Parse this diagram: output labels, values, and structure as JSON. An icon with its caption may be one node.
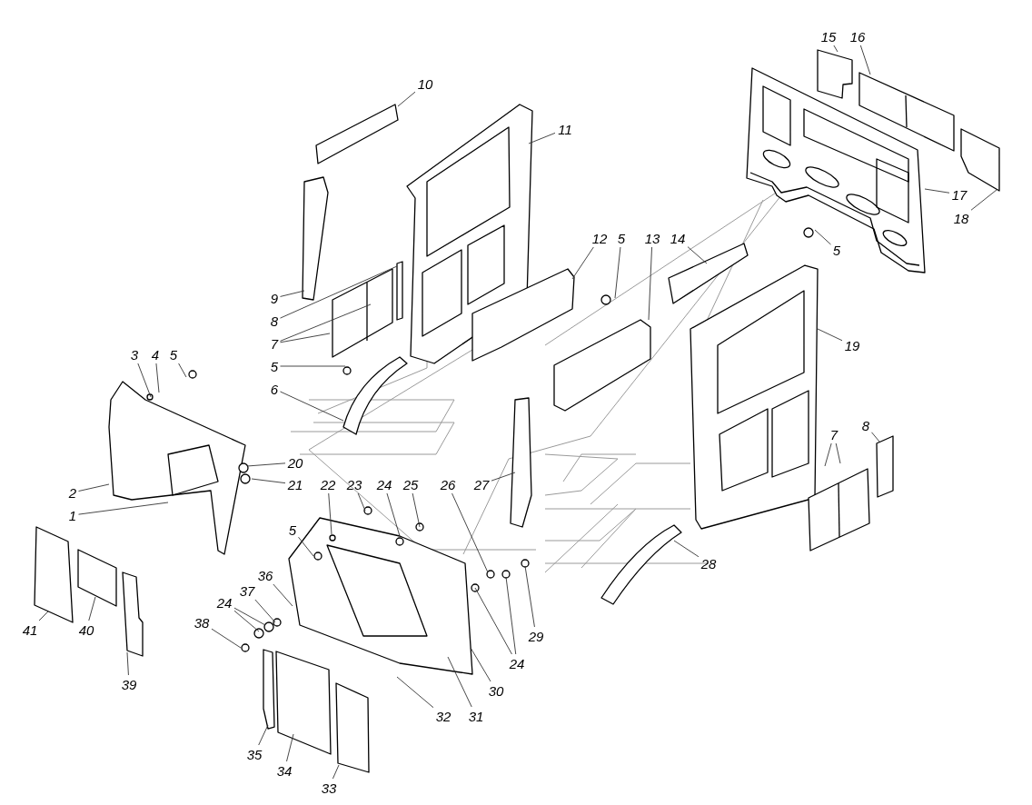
{
  "diagram": {
    "nodes": [
      {
        "text": [
          "15"
        ]
      },
      {
        "text": [
          "16"
        ]
      },
      {
        "text": [
          "10"
        ]
      },
      {
        "text": [
          "11"
        ]
      },
      {
        "text": [
          "17"
        ]
      },
      {
        "text": [
          "18"
        ]
      },
      {
        "text": [
          "12"
        ]
      },
      {
        "text": [
          "5"
        ]
      },
      {
        "text": [
          "13"
        ]
      },
      {
        "text": [
          "14"
        ]
      },
      {
        "text": [
          "5"
        ]
      },
      {
        "text": [
          "9"
        ]
      },
      {
        "text": [
          "8"
        ]
      },
      {
        "text": [
          "7"
        ]
      },
      {
        "text": [
          "19"
        ]
      },
      {
        "text": [
          "3"
        ]
      },
      {
        "text": [
          "4"
        ]
      },
      {
        "text": [
          "5"
        ]
      },
      {
        "text": [
          "5"
        ]
      },
      {
        "text": [
          "6"
        ]
      },
      {
        "text": [
          "7"
        ]
      },
      {
        "text": [
          "8"
        ]
      },
      {
        "text": [
          "20"
        ]
      },
      {
        "text": [
          "21"
        ]
      },
      {
        "text": [
          "22"
        ]
      },
      {
        "text": [
          "23"
        ]
      },
      {
        "text": [
          "24"
        ]
      },
      {
        "text": [
          "25"
        ]
      },
      {
        "text": [
          "26"
        ]
      },
      {
        "text": [
          "27"
        ]
      },
      {
        "text": [
          "2"
        ]
      },
      {
        "text": [
          "1"
        ]
      },
      {
        "text": [
          "5"
        ]
      },
      {
        "text": [
          "28"
        ]
      },
      {
        "text": [
          "36"
        ]
      },
      {
        "text": [
          "37"
        ]
      },
      {
        "text": [
          "24"
        ]
      },
      {
        "text": [
          "38"
        ]
      },
      {
        "text": [
          "41"
        ]
      },
      {
        "text": [
          "40"
        ]
      },
      {
        "text": [
          "29"
        ]
      },
      {
        "text": [
          "24"
        ]
      },
      {
        "text": [
          "39"
        ]
      },
      {
        "text": [
          "30"
        ]
      },
      {
        "text": [
          "32"
        ]
      },
      {
        "text": [
          "31"
        ]
      },
      {
        "text": [
          "35"
        ]
      },
      {
        "text": [
          "34"
        ]
      },
      {
        "text": [
          "33"
        ]
      }
    ],
    "edges": [
      {
        "from": 0,
        "to": null,
        "arrow": "none"
      },
      {
        "from": 1,
        "to": null,
        "arrow": "none"
      },
      {
        "from": 2,
        "to": null,
        "arrow": "none"
      },
      {
        "from": 3,
        "to": null,
        "arrow": "none"
      },
      {
        "from": 4,
        "to": null,
        "arrow": "none"
      },
      {
        "from": 5,
        "to": null,
        "arrow": "none"
      },
      {
        "from": 6,
        "to": null,
        "arrow": "none"
      },
      {
        "from": 7,
        "to": null,
        "arrow": "none"
      },
      {
        "from": 8,
        "to": null,
        "arrow": "none"
      },
      {
        "from": 9,
        "to": null,
        "arrow": "none"
      },
      {
        "from": 10,
        "to": null,
        "arrow": "none"
      },
      {
        "from": 11,
        "to": null,
        "arrow": "none"
      },
      {
        "from": 12,
        "to": null,
        "arrow": "none"
      },
      {
        "from": 13,
        "to": null,
        "arrow": "none"
      },
      {
        "from": 13,
        "to": null,
        "arrow": "none"
      },
      {
        "from": 14,
        "to": null,
        "arrow": "none"
      },
      {
        "from": 15,
        "to": null,
        "arrow": "none"
      },
      {
        "from": 16,
        "to": null,
        "arrow": "none"
      },
      {
        "from": 17,
        "to": null,
        "arrow": "none"
      },
      {
        "from": 18,
        "to": null,
        "arrow": "none"
      },
      {
        "from": 19,
        "to": null,
        "arrow": "none"
      },
      {
        "from": 20,
        "to": null,
        "arrow": "none"
      },
      {
        "from": 20,
        "to": null,
        "arrow": "none"
      },
      {
        "from": 21,
        "to": null,
        "arrow": "none"
      },
      {
        "from": 22,
        "to": null,
        "arrow": "none"
      },
      {
        "from": 23,
        "to": null,
        "arrow": "none"
      },
      {
        "from": 24,
        "to": null,
        "arrow": "none"
      },
      {
        "from": 25,
        "to": null,
        "arrow": "none"
      },
      {
        "from": 26,
        "to": null,
        "arrow": "none"
      },
      {
        "from": 27,
        "to": null,
        "arrow": "none"
      },
      {
        "from": 28,
        "to": null,
        "arrow": "none"
      },
      {
        "from": 29,
        "to": null,
        "arrow": "none"
      },
      {
        "from": 30,
        "to": null,
        "arrow": "none"
      },
      {
        "from": 31,
        "to": null,
        "arrow": "none"
      },
      {
        "from": 32,
        "to": null,
        "arrow": "none"
      },
      {
        "from": 33,
        "to": null,
        "arrow": "none"
      },
      {
        "from": 34,
        "to": null,
        "arrow": "none"
      },
      {
        "from": 35,
        "to": null,
        "arrow": "none"
      },
      {
        "from": 36,
        "to": null,
        "arrow": "none"
      },
      {
        "from": 36,
        "to": null,
        "arrow": "none"
      },
      {
        "from": 37,
        "to": null,
        "arrow": "none"
      },
      {
        "from": 38,
        "to": null,
        "arrow": "none"
      },
      {
        "from": 39,
        "to": null,
        "arrow": "none"
      },
      {
        "from": 40,
        "to": null,
        "arrow": "none"
      },
      {
        "from": 41,
        "to": null,
        "arrow": "none"
      },
      {
        "from": 41,
        "to": null,
        "arrow": "none"
      },
      {
        "from": 42,
        "to": null,
        "arrow": "none"
      },
      {
        "from": 43,
        "to": null,
        "arrow": "none"
      },
      {
        "from": 44,
        "to": null,
        "arrow": "none"
      },
      {
        "from": 45,
        "to": null,
        "arrow": "none"
      },
      {
        "from": 46,
        "to": null,
        "arrow": "none"
      },
      {
        "from": 47,
        "to": null,
        "arrow": "none"
      },
      {
        "from": 48,
        "to": null,
        "arrow": "none"
      }
    ]
  }
}
